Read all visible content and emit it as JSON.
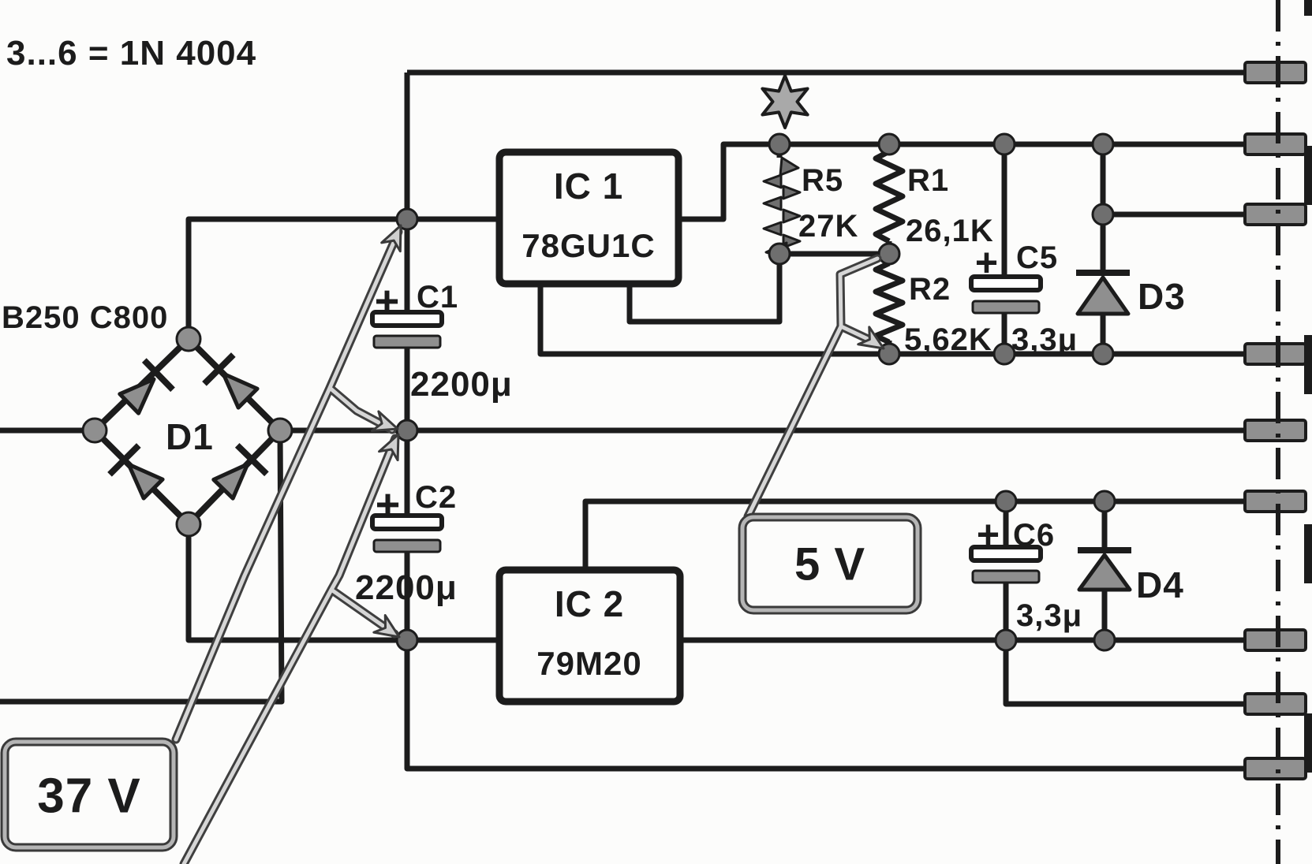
{
  "notes": {
    "diode_equiv": "3...6 = 1N 4004",
    "bridge_part": "B250 C800"
  },
  "bridge": {
    "label": "D1"
  },
  "ics": {
    "ic1": {
      "name": "IC 1",
      "part": "78GU1C"
    },
    "ic2": {
      "name": "IC 2",
      "part": "79M20"
    }
  },
  "resistors": {
    "r5": {
      "label": "R5",
      "value": "27K"
    },
    "r1": {
      "label": "R1",
      "value": "26,1K"
    },
    "r2": {
      "label": "R2",
      "value": "5,62K"
    }
  },
  "capacitors": {
    "c1": {
      "label": "C1",
      "value": "2200μ",
      "polarity": "+"
    },
    "c2": {
      "label": "C2",
      "value": "2200μ",
      "polarity": "+"
    },
    "c5": {
      "label": "C5",
      "value": "3,3μ",
      "polarity": "+"
    },
    "c6": {
      "label": "C6",
      "value": "3,3μ",
      "polarity": "+"
    }
  },
  "diodes": {
    "d3": {
      "label": "D3"
    },
    "d4": {
      "label": "D4"
    }
  },
  "callouts": {
    "v37": {
      "label": "37 V"
    },
    "v5": {
      "label": "5 V"
    }
  },
  "icons": {
    "star": "six-pointed-star-marker"
  },
  "colors": {
    "ink": "#1c1c1c",
    "component_gray": "#8f8f8f",
    "pad_gray": "#909090",
    "road_light": "#d6d6d6",
    "paper": "#fcfcfb"
  }
}
